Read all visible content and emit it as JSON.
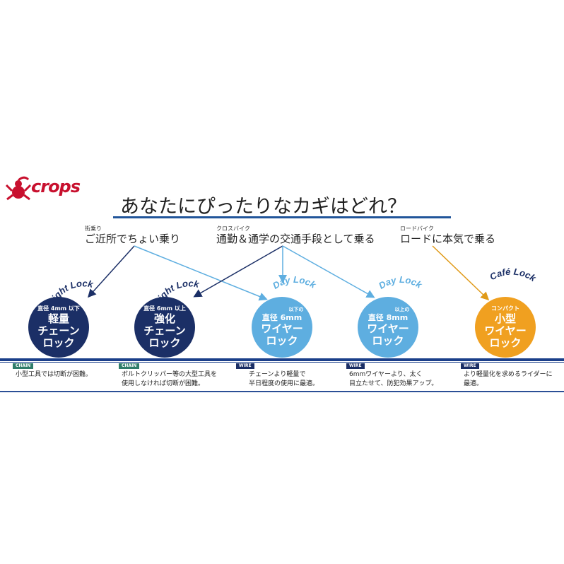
{
  "brand": {
    "name": "crops",
    "accent": "#c8102e"
  },
  "title": "あなたにぴったりなカギはどれ？",
  "usages": [
    {
      "ruby": "街乗り",
      "text": "ご近所でちょい乗り"
    },
    {
      "ruby": "クロスバイク",
      "text": "通勤＆通学の交通手段として乗る"
    },
    {
      "ruby": "ロードバイク",
      "text": "ロードに本気で乗る"
    }
  ],
  "locks": [
    {
      "arc": "Night Lock",
      "size": "直径 4mm 以下",
      "lines": [
        "軽量",
        "チェーン",
        "ロック"
      ],
      "category": "CHAIN",
      "desc": [
        "小型工具では切断が困難。"
      ],
      "color": "#1b2f66"
    },
    {
      "arc": "Night Lock",
      "size": "直径 6mm 以上",
      "lines": [
        "強化",
        "チェーン",
        "ロック"
      ],
      "category": "CHAIN",
      "desc": [
        "ボルトクリッパー等の大型工具を",
        "使用しなければ切断が困難。"
      ],
      "color": "#1b2f66"
    },
    {
      "arc": "Day Lock",
      "size_ruby": "以下の",
      "size": "直径 6mm",
      "lines": [
        "ワイヤー",
        "ロック"
      ],
      "category": "WIRE",
      "desc": [
        "チェーンより軽量で",
        "半日程度の使用に最適。"
      ],
      "color": "#5eaee0"
    },
    {
      "arc": "Day Lock",
      "size_ruby": "以上の",
      "size": "直径 8mm",
      "lines": [
        "ワイヤー",
        "ロック"
      ],
      "category": "WIRE",
      "desc": [
        "6mmワイヤーより、太く",
        "目立たせて、防犯効果アップ。"
      ],
      "color": "#5eaee0"
    },
    {
      "arc": "Café Lock",
      "size": "コンパクト",
      "lines": [
        "小型",
        "ワイヤー",
        "ロック"
      ],
      "category": "WIRE",
      "desc": [
        "より軽量化を求めるライダーに",
        "最適。"
      ],
      "color": "#f0a020"
    }
  ]
}
